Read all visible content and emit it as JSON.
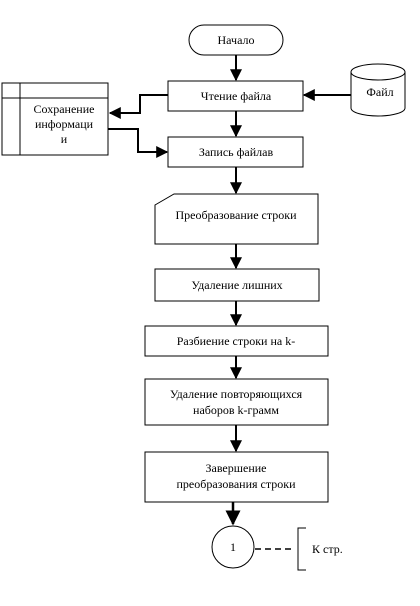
{
  "flowchart": {
    "start": "Начало",
    "read_file": "Чтение файла",
    "file_db": "Файл",
    "save_info": [
      "Сохранение",
      "информаци",
      "и"
    ],
    "write_file": "Запись файлав",
    "transform": "Преобразование строки",
    "delete_extra": "Удаление лишних",
    "split": "Разбиение строки на k-",
    "delete_repeats": [
      "Удаление повторяющихся",
      "наборов k-грамм"
    ],
    "finish": [
      "Завершение",
      "преобразования строки"
    ],
    "connector": "1",
    "to_page": "К стр."
  }
}
